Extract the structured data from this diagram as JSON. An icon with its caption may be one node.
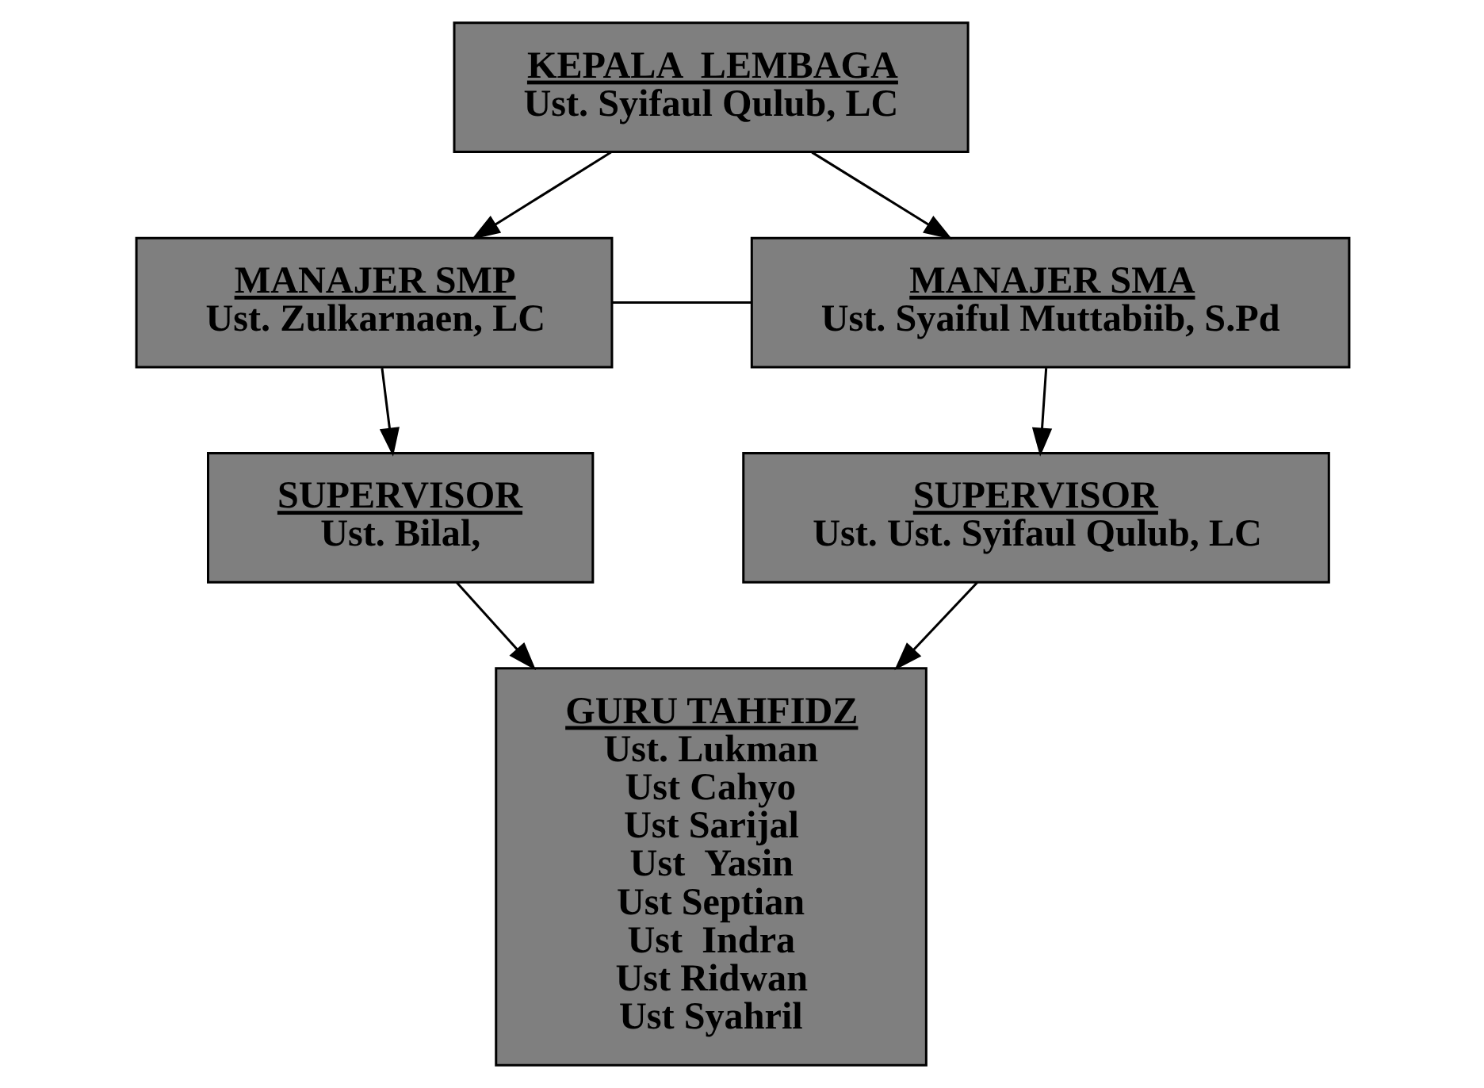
{
  "diagram": {
    "nodes": [
      {
        "text": [
          "KEPALA  LEMBAGA",
          "Ust. Syifaul Qulub, LC"
        ]
      },
      {
        "text": [
          "MANAJER SMP",
          "Ust. Zulkarnaen, LC"
        ]
      },
      {
        "text": [
          "MANAJER SMA",
          "Ust. Syaiful Muttabiib, S.Pd"
        ]
      },
      {
        "text": [
          "SUPERVISOR",
          "Ust. Bilal,"
        ]
      },
      {
        "text": [
          "SUPERVISOR",
          "Ust. Ust. Syifaul Qulub, LC"
        ]
      },
      {
        "text": [
          "GURU TAHFIDZ",
          "Ust. Lukman",
          "Ust Cahyo",
          "Ust Sarijal",
          "Ust  Yasin",
          "Ust Septian",
          "Ust  Indra",
          "Ust Ridwan",
          "Ust Syahril"
        ]
      }
    ],
    "edges": [
      {
        "from": 0,
        "to": 1,
        "arrow": "to"
      },
      {
        "from": 0,
        "to": 2,
        "arrow": "to"
      },
      {
        "from": 1,
        "to": 2,
        "arrow": "none"
      },
      {
        "from": 1,
        "to": 3,
        "arrow": "to"
      },
      {
        "from": 2,
        "to": 4,
        "arrow": "to"
      },
      {
        "from": 3,
        "to": 5,
        "arrow": "to"
      },
      {
        "from": 4,
        "to": 5,
        "arrow": "to"
      }
    ]
  }
}
